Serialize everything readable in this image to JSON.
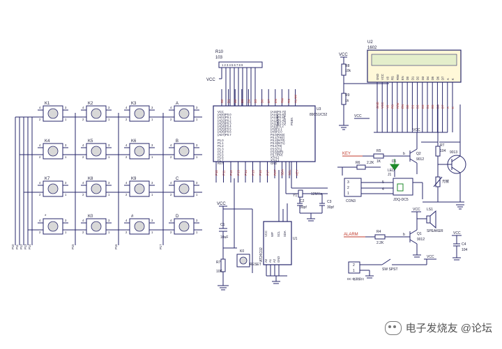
{
  "keypad": {
    "rows": [
      [
        "K1",
        "K2",
        "K3",
        "A"
      ],
      [
        "K4",
        "K5",
        "K6",
        "B"
      ],
      [
        "K7",
        "K8",
        "K9",
        "C"
      ],
      [
        "*",
        "K0",
        "#",
        "D"
      ]
    ],
    "pin_left_top": "4",
    "pin_left_bottom": "2",
    "pin_right_top": "3",
    "pin_right_bottom": "1",
    "bus_labels": [
      "P10",
      "P11",
      "P12",
      "P13",
      "P14",
      "P15",
      "P16",
      "P17"
    ]
  },
  "r10": {
    "ref": "R10",
    "value": "103",
    "vcc": "VCC"
  },
  "mcu": {
    "ref": "U3",
    "part": "89C51/C52",
    "left_pins": [
      "VCC",
      "(AD0)P0.0",
      "(AD1)P0.1",
      "(AD2)P0.2",
      "(AD3)P0.3",
      "(AD4)P0.4",
      "(AD5)P0.5",
      "(AD6)P0.6",
      "(AD7)P0.7",
      "",
      "P1.0",
      "P1.1",
      "P1.2",
      "P1.3",
      "P1.4",
      "P1.5",
      "P1.6",
      "P1.7",
      "RST"
    ],
    "right_pins": [
      "(A15)P2.7",
      "(A14)P2.6",
      "(A13)P2.5",
      "(A12)P2.4",
      "(A11)P2.3",
      "(A10)P2.2",
      "(A9)P2.1",
      "(A8)P2.0",
      "P3.0(RXD)",
      "P3.1(TXD)",
      "P3.2(INT0)",
      "P3.3(INT1)",
      "P3.4(T0)",
      "P3.5(T1)",
      "P3.6(WR)",
      "P3.7(RD)",
      "XTAL2",
      "XTAL1",
      "GND"
    ],
    "top_labels": [
      "EA/VPP",
      "ALE/PROG",
      "PSEN"
    ],
    "top_signals": [
      "D0",
      "D1",
      "D2",
      "D3",
      "D4",
      "D5",
      "D6",
      "D7",
      "EN",
      "RW",
      "RS",
      "ALAM"
    ],
    "bottom_signals": [
      "P10",
      "P11",
      "P12",
      "P13",
      "P14",
      "P15",
      "P16",
      "P17",
      "RST",
      "SDA",
      "SCL",
      "KEY"
    ]
  },
  "lcd": {
    "ref": "U2",
    "part": "1602",
    "pins": [
      "GND",
      "VCC",
      "V0",
      "RS",
      "R/W",
      "EN",
      "D0",
      "D1",
      "D2",
      "D3",
      "D4",
      "D5",
      "D6",
      "D7",
      "A",
      "K"
    ]
  },
  "r8": {
    "ref": "R8",
    "value": "10k",
    "vcc": "VCC"
  },
  "r9": {
    "ref": "R9",
    "value": "1k"
  },
  "crystal": {
    "ref": "Y1",
    "value": "12MHz",
    "c2": "C2",
    "c2v": "30pf",
    "c3": "C3",
    "c3v": "30pf"
  },
  "reset": {
    "c1": "C1",
    "c1v": "10uF",
    "r7": "R7",
    "r7v": "10K",
    "k0": "K0",
    "label": "RESET",
    "vcc": "VCC"
  },
  "eeprom": {
    "ref": "U1",
    "part": "AT24C02",
    "pins": [
      "A0",
      "A1",
      "A2",
      "GND",
      "VCC",
      "WP",
      "SCL",
      "SDA"
    ]
  },
  "relay_block": {
    "key": "KEY",
    "r5": "R5",
    "r5v": "1K",
    "d1": "D1",
    "led": "LED",
    "q2": "Q2",
    "q2p": "9012",
    "r6": "R6",
    "r6v": "2.2K",
    "j1": "J1",
    "relay": "JDQ-DC5",
    "con3": "CON3",
    "vcc": "VCC",
    "rt": "RT",
    "rtv": "104",
    "q3": "9013",
    "light": "光敏",
    "p3": "3",
    "p2": "2",
    "p1": "1",
    "p5": "5",
    "p4": "4",
    "b": "b"
  },
  "speaker_block": {
    "alarm": "ALARM",
    "r4": "R4",
    "r4v": "2.2K",
    "q1": "Q1",
    "q1p": "9012",
    "ls1": "LS1",
    "speaker": "SPEAKER",
    "vcc": "VCC",
    "c4": "C4",
    "c4v": "104",
    "b": "b"
  },
  "power": {
    "dc": "DC 电源接口",
    "sw": "SW SPST",
    "vcc": "VCC",
    "p2": "2",
    "p1": "1"
  },
  "watermark": "电子发烧友 @论坛"
}
